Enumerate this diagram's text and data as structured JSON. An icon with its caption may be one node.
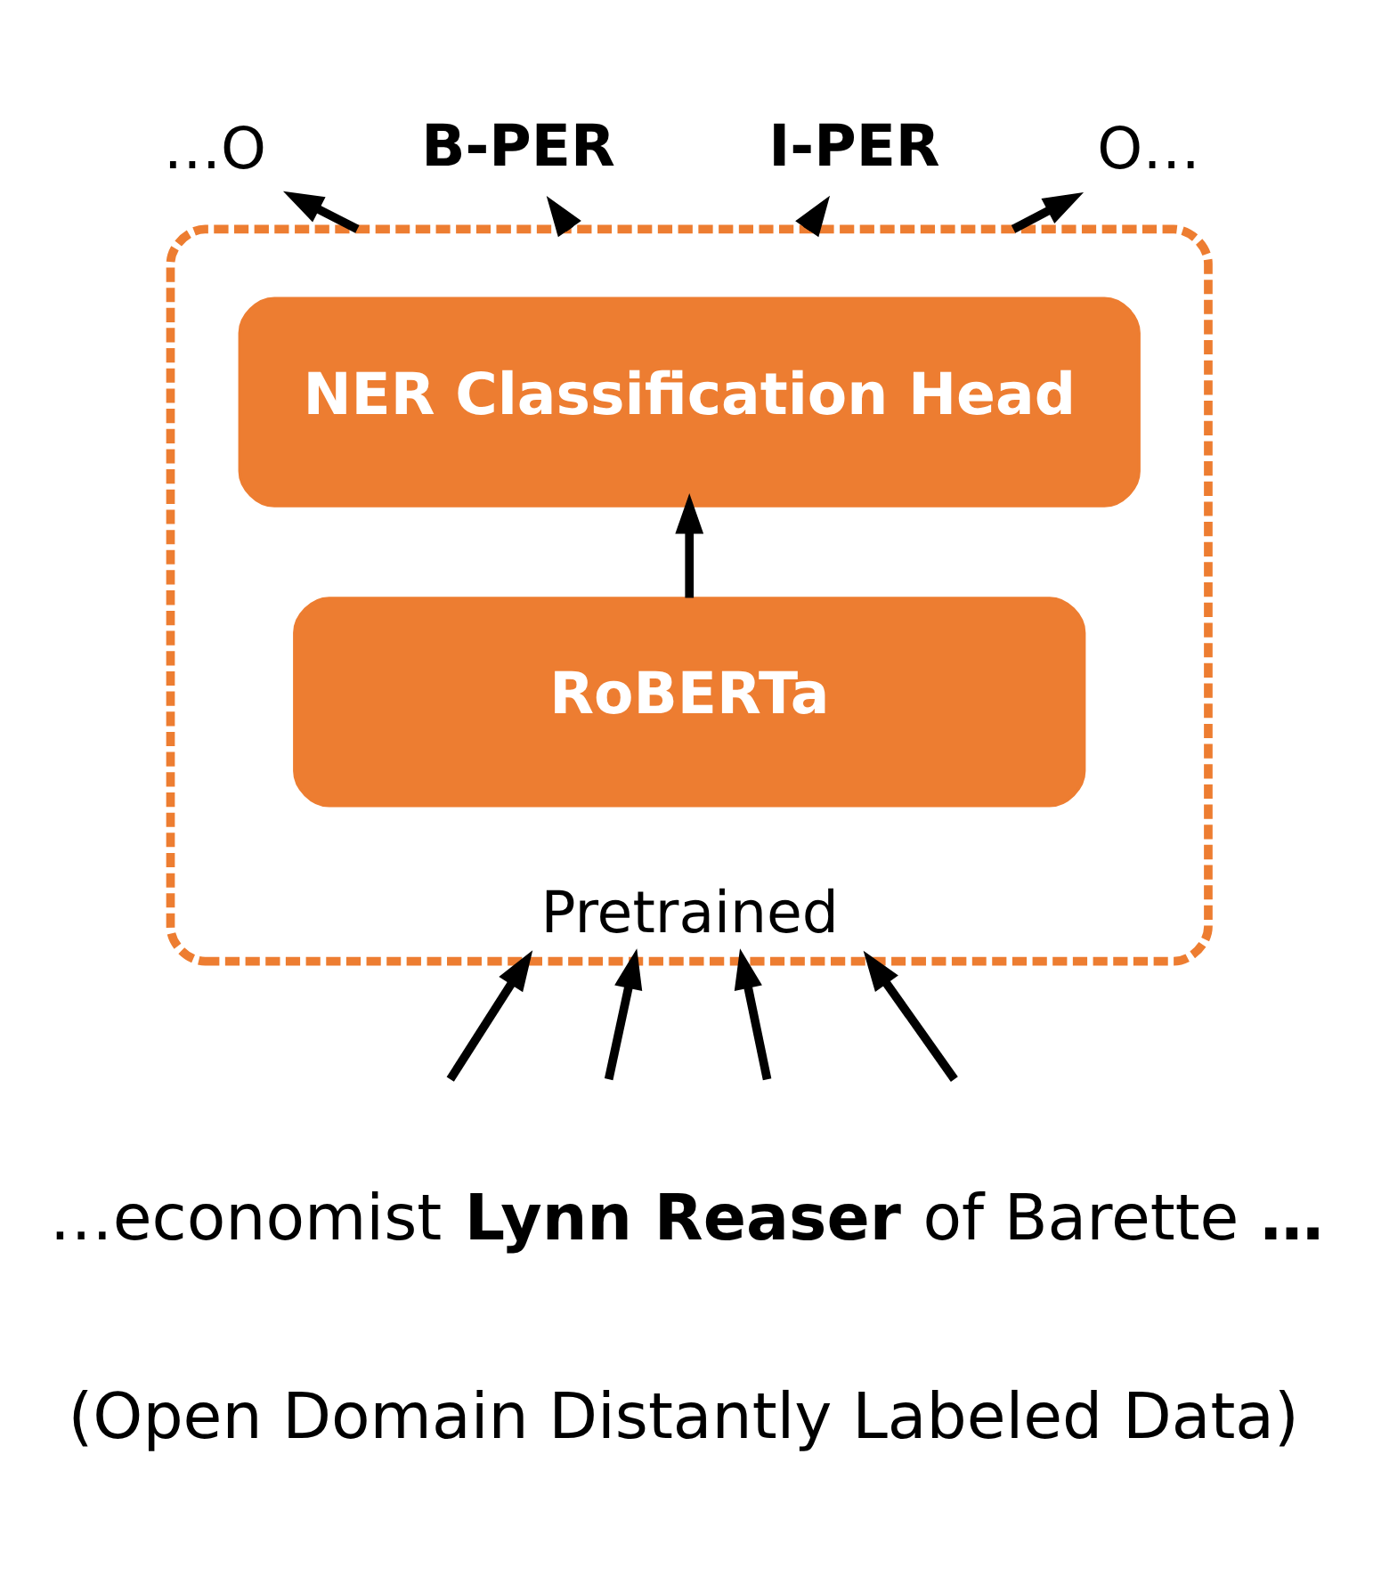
{
  "diagram": {
    "nodes": [
      {
        "text": [
          "Pretrained"
        ]
      },
      {
        "text": [
          "NER Classification Head"
        ],
        "in": 0
      },
      {
        "text": [
          "RoBERTa"
        ],
        "in": 0
      },
      {
        "text": [
          "…O"
        ]
      },
      {
        "text": [
          "B-PER"
        ]
      },
      {
        "text": [
          "I-PER"
        ]
      },
      {
        "text": [
          "O…"
        ]
      }
    ],
    "edges": [
      {
        "from": 2,
        "to": 1,
        "arrow": "to"
      },
      {
        "from": 0,
        "to": 3,
        "arrow": "to"
      },
      {
        "from": 0,
        "to": 4,
        "arrow": "to"
      },
      {
        "from": 0,
        "to": 5,
        "arrow": "to"
      },
      {
        "from": 0,
        "to": 6,
        "arrow": "to"
      },
      {
        "from": null,
        "to": 0,
        "arrow": "to"
      },
      {
        "from": null,
        "to": 0,
        "arrow": "to"
      },
      {
        "from": null,
        "to": 0,
        "arrow": "to"
      },
      {
        "from": null,
        "to": 0,
        "arrow": "to"
      }
    ],
    "labels": [
      "…economist **Lynn Reaser** of Barette **…**",
      "(Open Domain Distantly Labeled Data)"
    ]
  }
}
